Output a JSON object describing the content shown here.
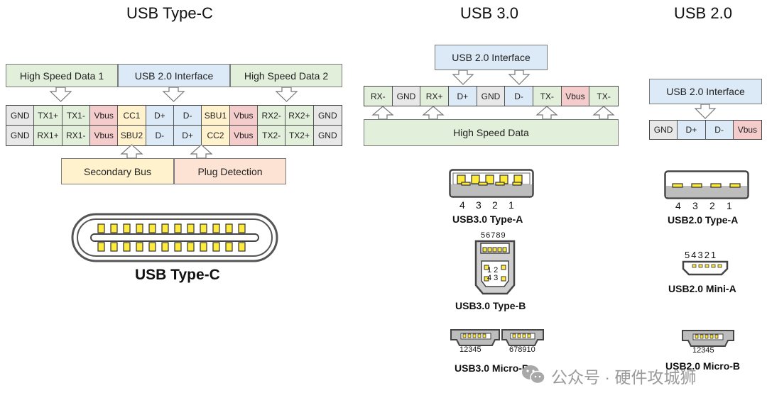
{
  "titles": {
    "typec": "USB Type-C",
    "usb3": "USB 3.0",
    "usb2": "USB 2.0"
  },
  "typec": {
    "groups": [
      "High Speed Data 1",
      "USB 2.0 Interface",
      "High Speed Data 2"
    ],
    "row1": [
      "GND",
      "TX1+",
      "TX1-",
      "Vbus",
      "CC1",
      "D+",
      "D-",
      "SBU1",
      "Vbus",
      "RX2-",
      "RX2+",
      "GND"
    ],
    "row2": [
      "GND",
      "RX1+",
      "RX1-",
      "Vbus",
      "SBU2",
      "D-",
      "D+",
      "CC2",
      "Vbus",
      "TX2-",
      "TX2+",
      "GND"
    ],
    "bottom_groups": [
      "Secondary Bus",
      "Plug Detection"
    ],
    "connector_label": "USB Type-C"
  },
  "usb3": {
    "top_group": "USB 2.0 Interface",
    "pins": [
      "RX-",
      "GND",
      "RX+",
      "D+",
      "GND",
      "D-",
      "TX-",
      "Vbus",
      "TX-"
    ],
    "bottom_group": "High Speed Data",
    "type_a": {
      "numbers": [
        "4",
        "3",
        "2",
        "1"
      ],
      "label": "USB3.0 Type-A"
    },
    "type_b": {
      "top_numbers": "56789",
      "inner_top": "1 2",
      "inner_bottom": "4 3",
      "label": "USB3.0 Type-B"
    },
    "micro_b": {
      "left_numbers": "12345",
      "right_numbers": "678910",
      "label": "USB3.0 Micro-B"
    }
  },
  "usb2": {
    "top_group": "USB 2.0 Interface",
    "pins": [
      "GND",
      "D+",
      "D-",
      "Vbus"
    ],
    "type_a": {
      "numbers": [
        "4",
        "3",
        "2",
        "1"
      ],
      "label": "USB2.0 Type-A"
    },
    "mini_a": {
      "numbers": "54321",
      "label": "USB2.0 Mini-A"
    },
    "micro_b": {
      "numbers": "12345",
      "label": "USB2.0 Micro-B"
    }
  },
  "watermark": "公众号 · 硬件攻城狮",
  "colors": {
    "grey": "#e8e8e8",
    "green": "#e2efda",
    "red": "#f4cccc",
    "blue": "#dce9f6",
    "yellow": "#fff2cc",
    "orange": "#fde3d4"
  }
}
